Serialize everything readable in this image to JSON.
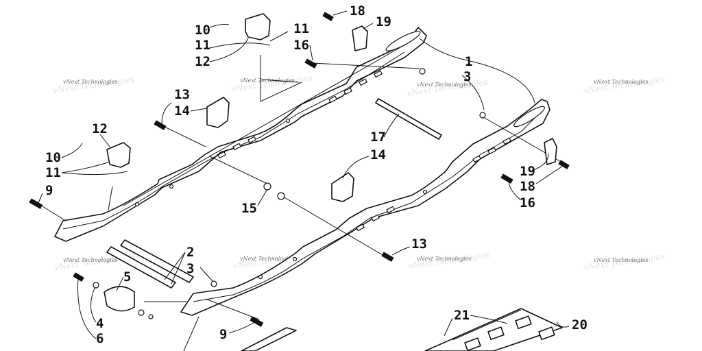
{
  "diagram": {
    "watermark_text": "vNext Technologies",
    "colors": {
      "line": "#111111",
      "watermark": "#6f6f6f",
      "background": "#ffffff"
    },
    "callouts": [
      {
        "id": "c1",
        "label": "1"
      },
      {
        "id": "c2",
        "label": "2"
      },
      {
        "id": "c3a",
        "label": "3"
      },
      {
        "id": "c3b",
        "label": "3"
      },
      {
        "id": "c4",
        "label": "4"
      },
      {
        "id": "c5",
        "label": "5"
      },
      {
        "id": "c6",
        "label": "6"
      },
      {
        "id": "c9a",
        "label": "9"
      },
      {
        "id": "c9b",
        "label": "9"
      },
      {
        "id": "c10a",
        "label": "10"
      },
      {
        "id": "c10b",
        "label": "10"
      },
      {
        "id": "c11a",
        "label": "11"
      },
      {
        "id": "c11b",
        "label": "11"
      },
      {
        "id": "c11c",
        "label": "11"
      },
      {
        "id": "c12a",
        "label": "12"
      },
      {
        "id": "c12b",
        "label": "12"
      },
      {
        "id": "c13a",
        "label": "13"
      },
      {
        "id": "c13b",
        "label": "13"
      },
      {
        "id": "c14a",
        "label": "14"
      },
      {
        "id": "c14b",
        "label": "14"
      },
      {
        "id": "c15",
        "label": "15"
      },
      {
        "id": "c16a",
        "label": "16"
      },
      {
        "id": "c16b",
        "label": "16"
      },
      {
        "id": "c17",
        "label": "17"
      },
      {
        "id": "c18a",
        "label": "18"
      },
      {
        "id": "c18b",
        "label": "18"
      },
      {
        "id": "c19a",
        "label": "19"
      },
      {
        "id": "c19b",
        "label": "19"
      },
      {
        "id": "c20",
        "label": "20"
      },
      {
        "id": "c21",
        "label": "21"
      }
    ]
  }
}
